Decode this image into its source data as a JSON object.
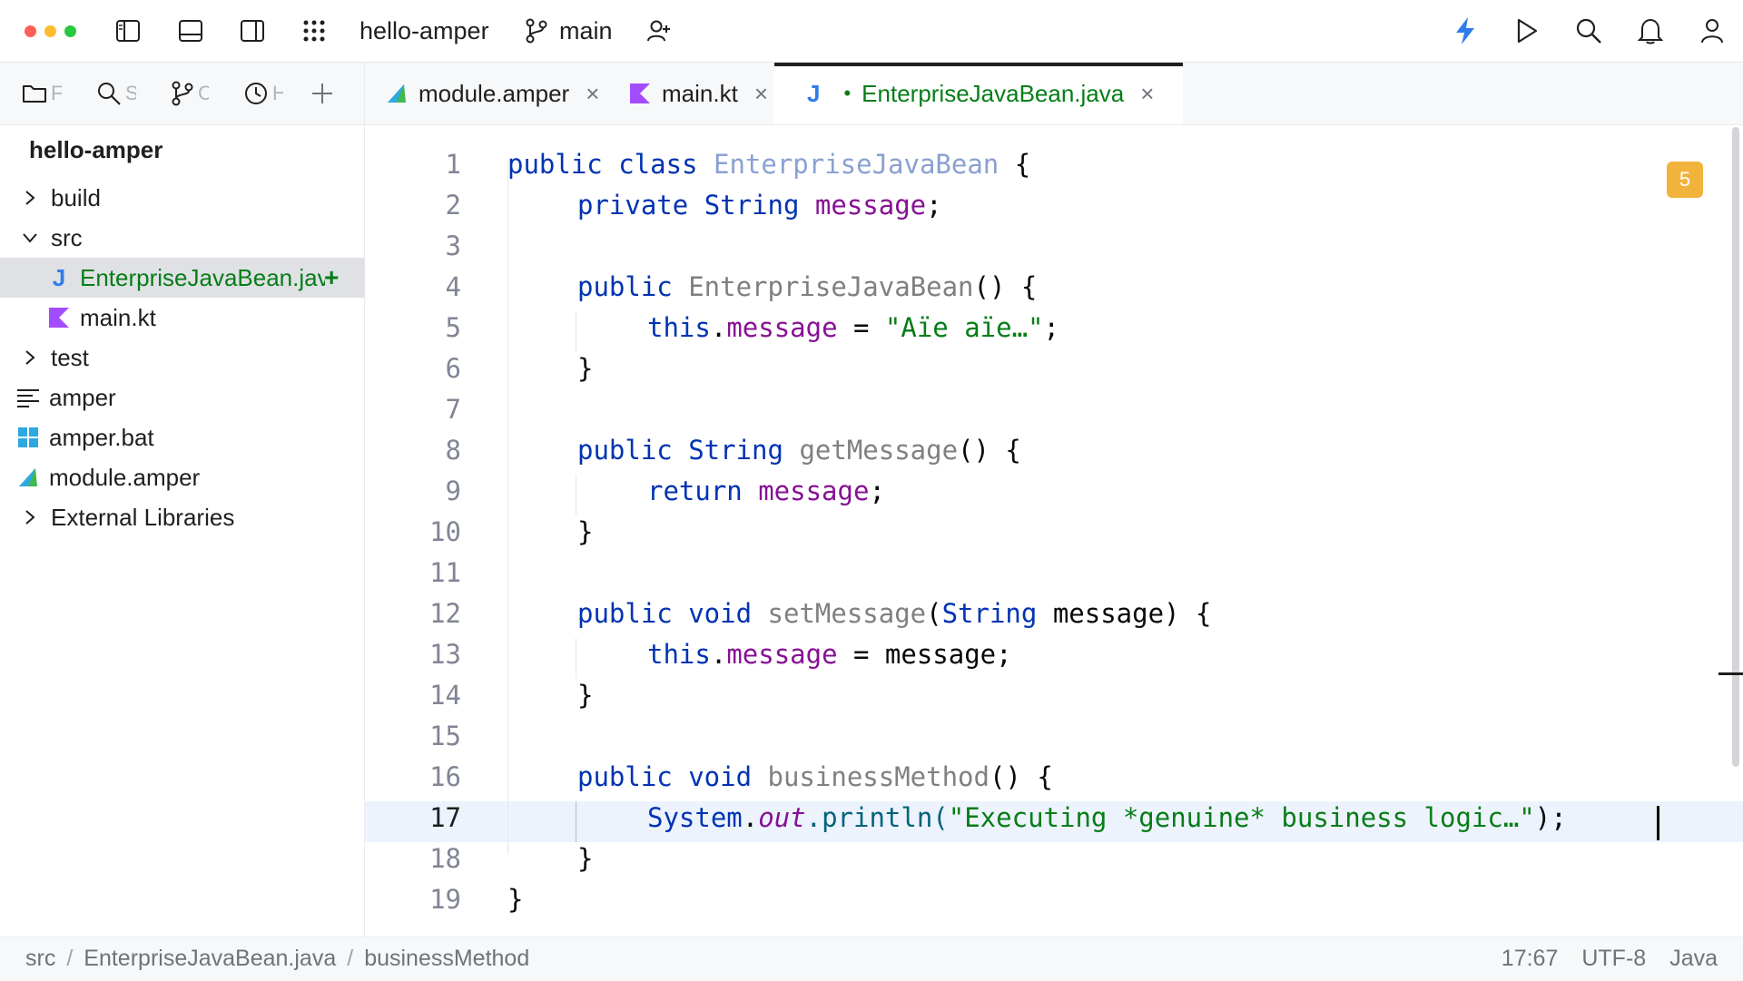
{
  "window": {
    "project_name": "hello-amper",
    "branch": "main",
    "traffic_colors": [
      "#fe5f57",
      "#febc2e",
      "#28c840"
    ]
  },
  "tool_tabs": [
    {
      "label": "F",
      "icon": "folder-icon"
    },
    {
      "label": "S",
      "icon": "search-icon"
    },
    {
      "label": "C",
      "icon": "vcs-icon"
    },
    {
      "label": "H",
      "icon": "clock-icon"
    }
  ],
  "editor_tabs": [
    {
      "name": "module.amper",
      "icon": "amper-icon",
      "active": false,
      "close": "×"
    },
    {
      "name": "main.kt",
      "icon": "kotlin-icon",
      "active": false,
      "close": "×"
    },
    {
      "name": "EnterpriseJavaBean.java",
      "icon": "java-icon",
      "active": true,
      "modified_marker": "•",
      "close": "×"
    }
  ],
  "project_tree": {
    "title": "hello-amper",
    "items": [
      {
        "label": "build",
        "type": "folder",
        "expanded": false
      },
      {
        "label": "src",
        "type": "folder",
        "expanded": true
      },
      {
        "label": "EnterpriseJavaBean.java",
        "type": "java",
        "selected": true,
        "badge": "+"
      },
      {
        "label": "main.kt",
        "type": "kotlin"
      },
      {
        "label": "test",
        "type": "folder",
        "expanded": false
      },
      {
        "label": "amper",
        "type": "script"
      },
      {
        "label": "amper.bat",
        "type": "bat"
      },
      {
        "label": "module.amper",
        "type": "amper"
      },
      {
        "label": "External Libraries",
        "type": "folder",
        "expanded": false
      }
    ]
  },
  "editor": {
    "line_numbers": [
      "1",
      "2",
      "3",
      "4",
      "5",
      "6",
      "7",
      "8",
      "9",
      "10",
      "11",
      "12",
      "13",
      "14",
      "15",
      "16",
      "17",
      "18",
      "19"
    ],
    "current_line": 17,
    "warning_count": "5",
    "code": {
      "l1_kw": "public class ",
      "l1_name": "EnterpriseJavaBean",
      "l1_end": " {",
      "l2_kw": "private ",
      "l2_type": "String ",
      "l2_field": "message",
      "l2_end": ";",
      "l4_kw": "public ",
      "l4_name": "EnterpriseJavaBean",
      "l4_end": "() {",
      "l5_kw": "this",
      "l5_dot": ".",
      "l5_field": "message",
      "l5_eq": " = ",
      "l5_str": "\"Aïe aïe…\"",
      "l5_end": ";",
      "close_brace": "}",
      "l8_kw": "public ",
      "l8_type": "String ",
      "l8_name": "getMessage",
      "l8_end": "() {",
      "l9_kw": "return ",
      "l9_field": "message",
      "l9_end": ";",
      "l12_kw": "public void ",
      "l12_name": "setMessage",
      "l12_open": "(",
      "l12_type": "String",
      "l12_end": " message) {",
      "l13_kw": "this",
      "l13_dot": ".",
      "l13_field": "message",
      "l13_end": " = message;",
      "l16_kw": "public void ",
      "l16_name": "businessMethod",
      "l16_end": "() {",
      "l17_cls": "System",
      "l17_dot": ".",
      "l17_static": "out",
      "l17_call": ".println(",
      "l17_str": "\"Executing *genuine* business logic…\"",
      "l17_end": ");"
    }
  },
  "status_bar": {
    "breadcrumbs": [
      "src",
      "EnterpriseJavaBean.java",
      "businessMethod"
    ],
    "separator": "/",
    "position": "17:67",
    "encoding": "UTF-8",
    "language": "Java"
  }
}
